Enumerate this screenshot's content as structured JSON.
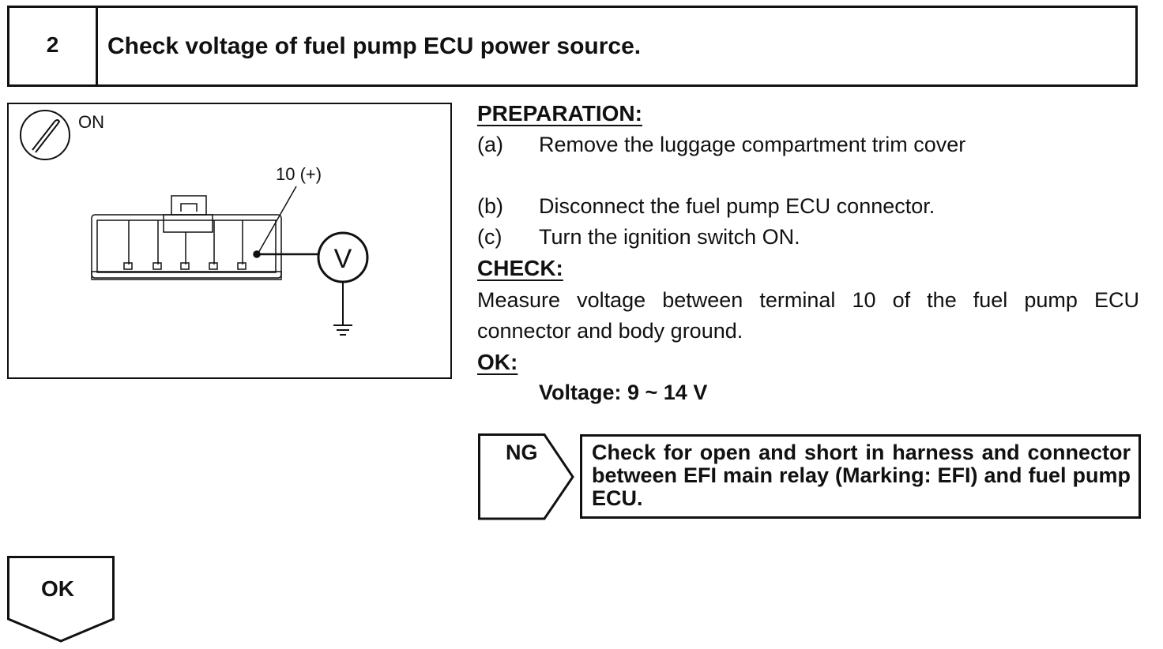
{
  "step": {
    "number": "2",
    "title": "Check voltage of fuel pump ECU power source."
  },
  "diagram": {
    "ignition_label": "ON",
    "terminal_label": "10 (+)",
    "meter_label": "V",
    "icons": [
      "ignition-key-icon",
      "connector-icon",
      "voltmeter-icon",
      "ground-icon"
    ]
  },
  "preparation": {
    "heading": "PREPARATION:",
    "steps": [
      {
        "marker": "(a)",
        "text": "Remove the luggage compartment trim cover"
      },
      {
        "marker": "(b)",
        "text": "Disconnect the fuel pump ECU connector."
      },
      {
        "marker": "(c)",
        "text": "Turn the ignition switch ON."
      }
    ]
  },
  "check": {
    "heading": "CHECK:",
    "line1": "Measure voltage between terminal 10 of the fuel pump ECU",
    "line2": "connector and body ground."
  },
  "ok_spec": {
    "heading": "OK:",
    "value": "Voltage: 9 ~ 14 V"
  },
  "ng": {
    "label": "NG",
    "action": "Check for open and short in harness and connector between EFI main relay (Marking: EFI) and fuel pump ECU."
  },
  "ok_flow": {
    "label": "OK"
  }
}
